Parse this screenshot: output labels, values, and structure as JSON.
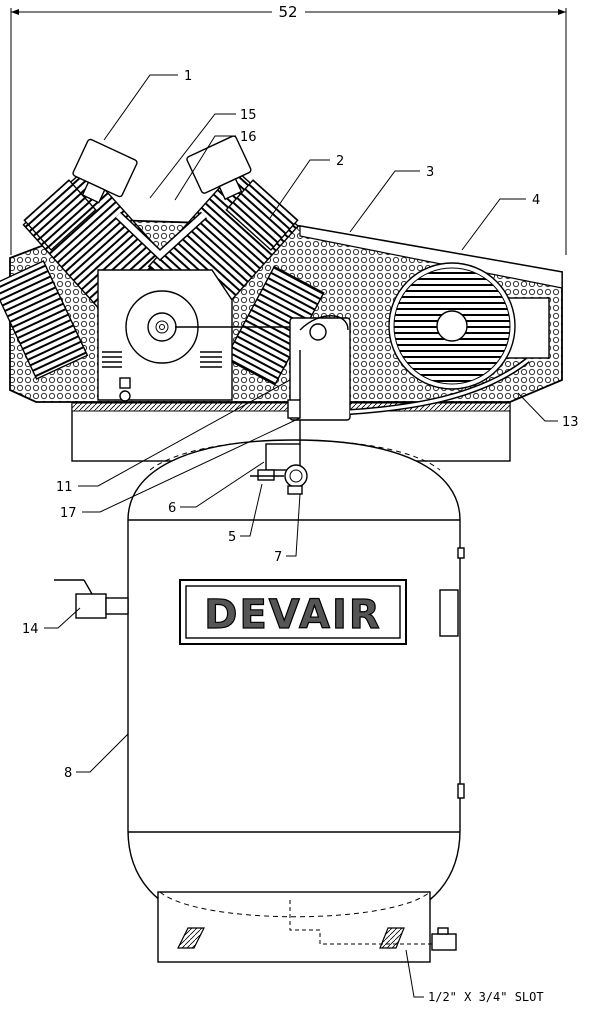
{
  "dimension": {
    "overall_width": "52"
  },
  "brand": {
    "logo_text": "DEVAIR"
  },
  "callouts": [
    {
      "id": "c1",
      "label": "1"
    },
    {
      "id": "c15",
      "label": "15"
    },
    {
      "id": "c16",
      "label": "16"
    },
    {
      "id": "c2",
      "label": "2"
    },
    {
      "id": "c3",
      "label": "3"
    },
    {
      "id": "c4",
      "label": "4"
    },
    {
      "id": "c13",
      "label": "13"
    },
    {
      "id": "c11",
      "label": "11"
    },
    {
      "id": "c17",
      "label": "17"
    },
    {
      "id": "c6",
      "label": "6"
    },
    {
      "id": "c5",
      "label": "5"
    },
    {
      "id": "c7",
      "label": "7"
    },
    {
      "id": "c14",
      "label": "14"
    },
    {
      "id": "c8",
      "label": "8"
    }
  ],
  "slot_note": "1/2\" X 3/4\" SLOT",
  "colors": {
    "line": "#000000",
    "background": "#ffffff",
    "pattern": "#444444"
  }
}
